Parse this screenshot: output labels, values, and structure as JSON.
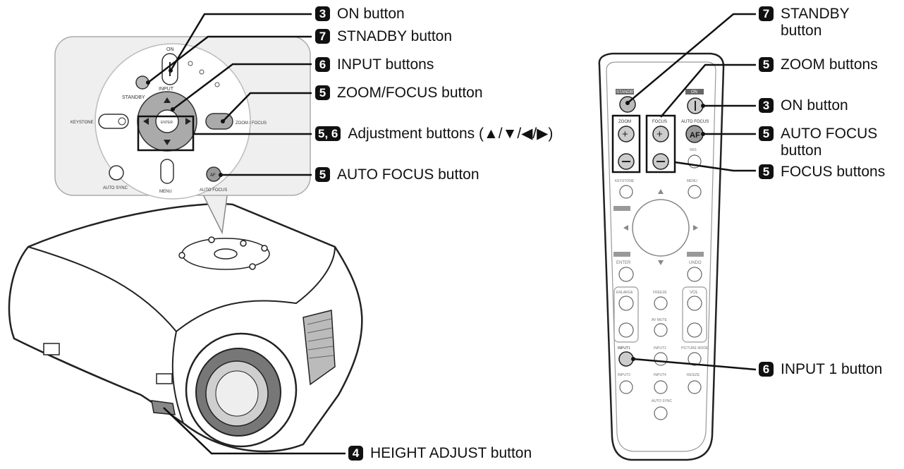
{
  "callouts": {
    "on_button": {
      "num": "3",
      "text": "ON button"
    },
    "standby_button_panel": {
      "num": "7",
      "text": "STNADBY button"
    },
    "input_buttons": {
      "num": "6",
      "text": "INPUT buttons"
    },
    "zoom_focus_button": {
      "num": "5",
      "text": "ZOOM/FOCUS button"
    },
    "adjustment_buttons": {
      "num": "5, 6",
      "text": "Adjustment buttons (▲/▼/◀/▶)"
    },
    "auto_focus_button_panel": {
      "num": "5",
      "text": "AUTO FOCUS button"
    },
    "height_adjust_button": {
      "num": "4",
      "text": "HEIGHT ADJUST button"
    },
    "standby_button_remote": {
      "num": "7",
      "text": "STANDBY",
      "text2": "button"
    },
    "zoom_buttons": {
      "num": "5",
      "text": "ZOOM buttons"
    },
    "on_button_remote": {
      "num": "3",
      "text": "ON button"
    },
    "auto_focus_button_remote": {
      "num": "5",
      "text": "AUTO FOCUS",
      "text2": "button"
    },
    "focus_buttons": {
      "num": "5",
      "text": "FOCUS buttons"
    },
    "input1_button": {
      "num": "6",
      "text": "INPUT 1 button"
    }
  },
  "panel_labels": {
    "on": "ON",
    "standby": "STANDBY",
    "input": "INPUT",
    "keystone": "KEYSTONE",
    "zoom_focus": "ZOOM / FOCUS",
    "auto_sync": "AUTO SYNC",
    "menu": "MENU",
    "auto_focus": "AUTO FOCUS",
    "enter": "ENTER",
    "af": "AF"
  },
  "remote_labels": {
    "standby": "STANDBY",
    "on": "ON",
    "zoom": "ZOOM",
    "focus": "FOCUS",
    "auto_focus": "AUTO FOCUS",
    "af": "AF",
    "iris": "IRIS",
    "keystone": "KEYSTONE",
    "menu": "MENU",
    "enter": "ENTER",
    "undo": "UNDO",
    "enlarge": "ENLARGE",
    "freeze": "FREEZE",
    "vol": "VOL",
    "av_mute": "AV MUTE",
    "input1": "INPUT1",
    "input2": "INPUT2",
    "picture_mode": "PICTURE MODE",
    "input3": "INPUT3",
    "input4": "INPUT4",
    "resize": "RESIZE",
    "auto_sync": "AUTO SYNC"
  }
}
